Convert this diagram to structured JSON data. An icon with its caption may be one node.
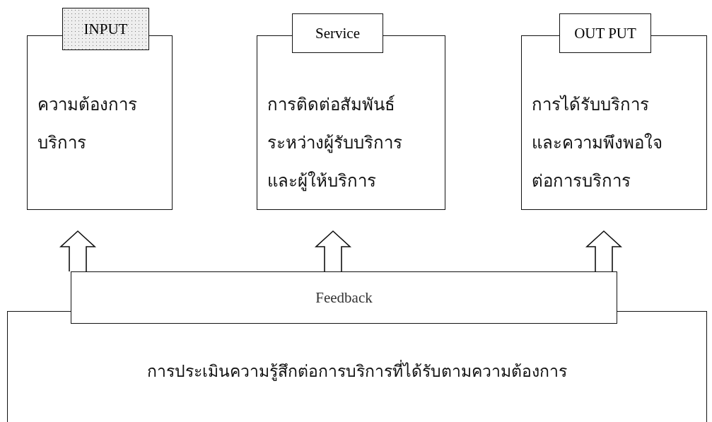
{
  "diagram": {
    "nodes": [
      {
        "text": [
          "INPUT",
          "ความต้องการบริการ"
        ]
      },
      {
        "text": [
          "Service",
          "การติดต่อสัมพันธ์ระหว่างผู้รับบริการและผู้ให้บริการ"
        ]
      },
      {
        "text": [
          "OUT PUT",
          "การได้รับบริการและความพึงพอใจต่อการบริการ"
        ]
      },
      {
        "text": [
          "Feedback"
        ]
      },
      {
        "text": [
          "การประเมินความรู้สึกต่อการบริการที่ได้รับตามความต้องการ"
        ]
      }
    ],
    "edges": [
      {
        "from": 3,
        "to": 0,
        "arrow": "to"
      },
      {
        "from": 3,
        "to": 1,
        "arrow": "to"
      },
      {
        "from": 3,
        "to": 2,
        "arrow": "to"
      }
    ]
  }
}
